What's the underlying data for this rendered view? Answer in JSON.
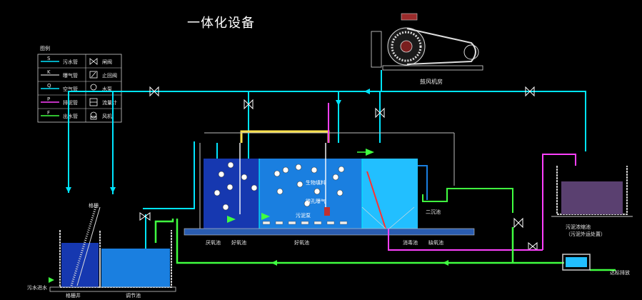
{
  "title": "一体化设备",
  "legend": {
    "heading": "图例",
    "rows": [
      {
        "code": "S",
        "color": "#00e5ff",
        "label": "污水管",
        "icon": "gate-valve-icon",
        "icon_label": "闸阀"
      },
      {
        "code": "K",
        "color": "#ffffff",
        "label": "曝气管",
        "icon": "check-valve-icon",
        "icon_label": "止回阀"
      },
      {
        "code": "Q",
        "color": "#00e5ff",
        "label": "空气管",
        "icon": "pump-icon",
        "icon_label": "水泵"
      },
      {
        "code": "P",
        "color": "#ff40ff",
        "label": "排泥管",
        "icon": "flowmeter-icon",
        "icon_label": "流量计"
      },
      {
        "code": "F",
        "color": "#40ff40",
        "label": "出水管",
        "icon": "blower-icon",
        "icon_label": "风机"
      }
    ]
  },
  "labels": {
    "blower_room": "鼓风机房",
    "bio_filler": "生物填料",
    "aerator": "微孔曝气",
    "sludge_pump": "污泥泵",
    "secondary_settling": "二沉池",
    "disinfection": "消毒池",
    "anoxic": "缺氧池",
    "anaerobic": "厌氧池",
    "aeration_tank": "好氧池",
    "grating": "格栅",
    "sludge_tank_1": "污泥浓缩池",
    "sludge_tank_2": "（污泥外运处置）",
    "sewage_in": "污水进水",
    "grid_well": "格栅井",
    "regulating_tank": "调节池",
    "discharge": "达标排放"
  }
}
